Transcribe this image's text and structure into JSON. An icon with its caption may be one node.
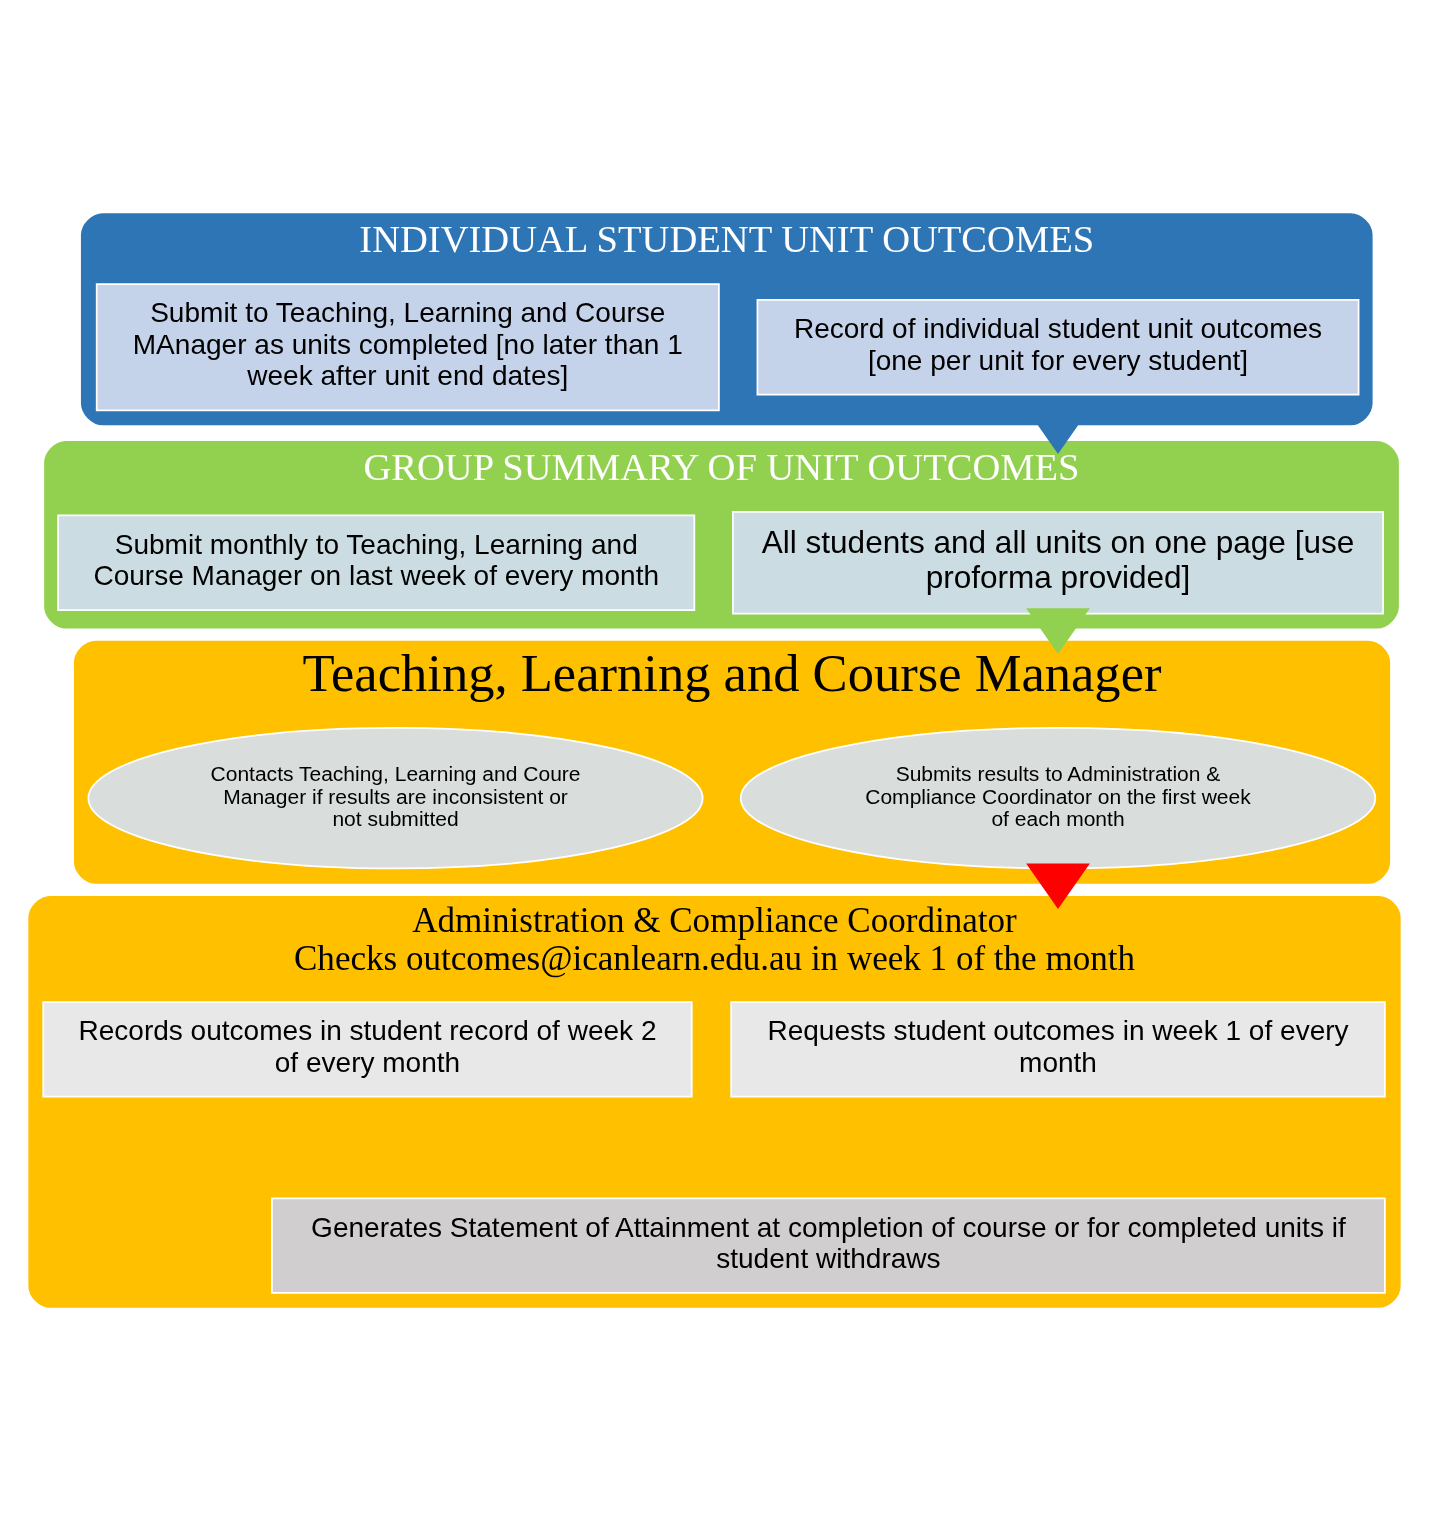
{
  "diagram": {
    "nodes": [
      {
        "text": [
          "INDIVIDUAL STUDENT UNIT OUTCOMES"
        ]
      },
      {
        "text": [
          "Record of individual student unit outcomes [one per unit for every student]"
        ],
        "in": 0
      },
      {
        "text": [
          "Submit to Teaching, Learning and Course MAnager as units completed [no later than 1 week after unit end dates]"
        ],
        "in": 0
      },
      {
        "text": [
          "GROUP SUMMARY OF UNIT OUTCOMES"
        ]
      },
      {
        "text": [
          "All students and all units on one page [use proforma provided]"
        ],
        "in": 3
      },
      {
        "text": [
          "Submit monthly to Teaching, Learning and Course Manager on last week of every month"
        ],
        "in": 3
      },
      {
        "text": [
          "Teaching, Learning and Course Manager"
        ]
      },
      {
        "text": [
          "Submits results to Administration & Compliance Coordinator on the first week of each month"
        ],
        "in": 6
      },
      {
        "text": [
          "Contacts Teaching, Learning and Coure Manager if results are inconsistent or not submitted"
        ],
        "in": 6
      },
      {
        "text": [
          "Administration & Compliance Coordinator",
          "Checks outcomes@icanlearn.edu.au in week 1 of the month"
        ]
      },
      {
        "text": [
          "Requests student outcomes in week 1 of every month"
        ],
        "in": 9
      },
      {
        "text": [
          "Records outcomes in student record of week 2 of every month"
        ],
        "in": 9
      },
      {
        "text": [
          "Generates Statement of Attainment at completion of course or for completed units if student withdraws"
        ],
        "in": 9
      }
    ],
    "edges": [
      {
        "from": 0,
        "to": 3,
        "arrow": "to",
        "style": "thick",
        "color": "#2e75b6"
      },
      {
        "from": 3,
        "to": 6,
        "arrow": "to",
        "style": "thick",
        "color": "#92d050"
      },
      {
        "from": 6,
        "to": 9,
        "arrow": "to",
        "style": "thick",
        "color": "#ff0000"
      }
    ]
  }
}
